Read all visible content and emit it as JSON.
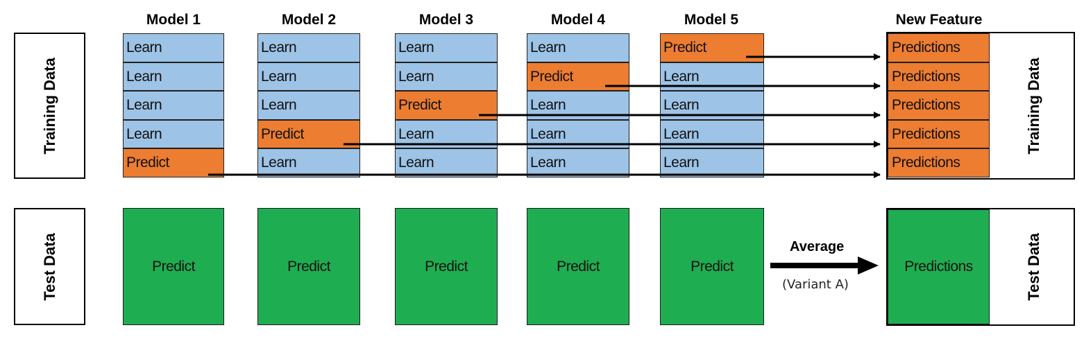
{
  "rows": {
    "training_label": "Training Data",
    "test_label": "Test Data"
  },
  "models": [
    {
      "name": "Model 1",
      "folds": [
        "Learn",
        "Learn",
        "Learn",
        "Learn",
        "Predict"
      ]
    },
    {
      "name": "Model 2",
      "folds": [
        "Learn",
        "Learn",
        "Learn",
        "Predict",
        "Learn"
      ]
    },
    {
      "name": "Model 3",
      "folds": [
        "Learn",
        "Learn",
        "Predict",
        "Learn",
        "Learn"
      ]
    },
    {
      "name": "Model 4",
      "folds": [
        "Learn",
        "Predict",
        "Learn",
        "Learn",
        "Learn"
      ]
    },
    {
      "name": "Model 5",
      "folds": [
        "Predict",
        "Learn",
        "Learn",
        "Learn",
        "Learn"
      ]
    }
  ],
  "test_predict_label": "Predict",
  "new_feature": {
    "title": "New Feature",
    "training_rows": [
      "Predictions",
      "Predictions",
      "Predictions",
      "Predictions",
      "Predictions"
    ],
    "test_label": "Predictions",
    "training_side_label": "Training Data",
    "test_side_label": "Test Data"
  },
  "average": {
    "label": "Average",
    "variant": "(Variant A)"
  },
  "colors": {
    "learn": "#9dc3e6",
    "predict": "#ed7d31",
    "test": "#1fad52"
  }
}
